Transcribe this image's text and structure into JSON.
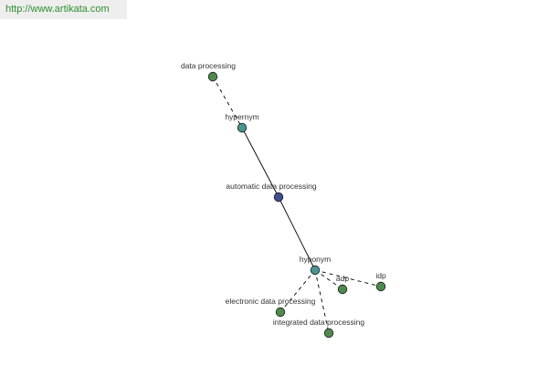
{
  "watermark": "http://www.artikata.com",
  "colors": {
    "green": "#4e8a4e",
    "teal": "#4a9494",
    "navy": "#3e4e8f",
    "edge": "#000000"
  },
  "nodes": [
    {
      "id": "data-processing",
      "label": "data processing",
      "kind": "green"
    },
    {
      "id": "hypernym",
      "label": "hypernym",
      "kind": "teal"
    },
    {
      "id": "automatic-data-processing",
      "label": "automatic data processing",
      "kind": "navy"
    },
    {
      "id": "hyponym",
      "label": "hyponym",
      "kind": "teal"
    },
    {
      "id": "adp",
      "label": "adp",
      "kind": "green"
    },
    {
      "id": "idp",
      "label": "idp",
      "kind": "green"
    },
    {
      "id": "electronic-data-processing",
      "label": "electronic data processing",
      "kind": "green"
    },
    {
      "id": "integrated-data-processing",
      "label": "integrated data processing",
      "kind": "green"
    }
  ],
  "edges": [
    {
      "from": "data-processing",
      "to": "hypernym",
      "style": "dashed"
    },
    {
      "from": "hypernym",
      "to": "automatic-data-processing",
      "style": "solid"
    },
    {
      "from": "automatic-data-processing",
      "to": "hyponym",
      "style": "solid"
    },
    {
      "from": "hyponym",
      "to": "adp",
      "style": "dashed"
    },
    {
      "from": "hyponym",
      "to": "idp",
      "style": "dashed"
    },
    {
      "from": "hyponym",
      "to": "electronic-data-processing",
      "style": "dashed"
    },
    {
      "from": "hyponym",
      "to": "integrated-data-processing",
      "style": "dashed"
    }
  ]
}
